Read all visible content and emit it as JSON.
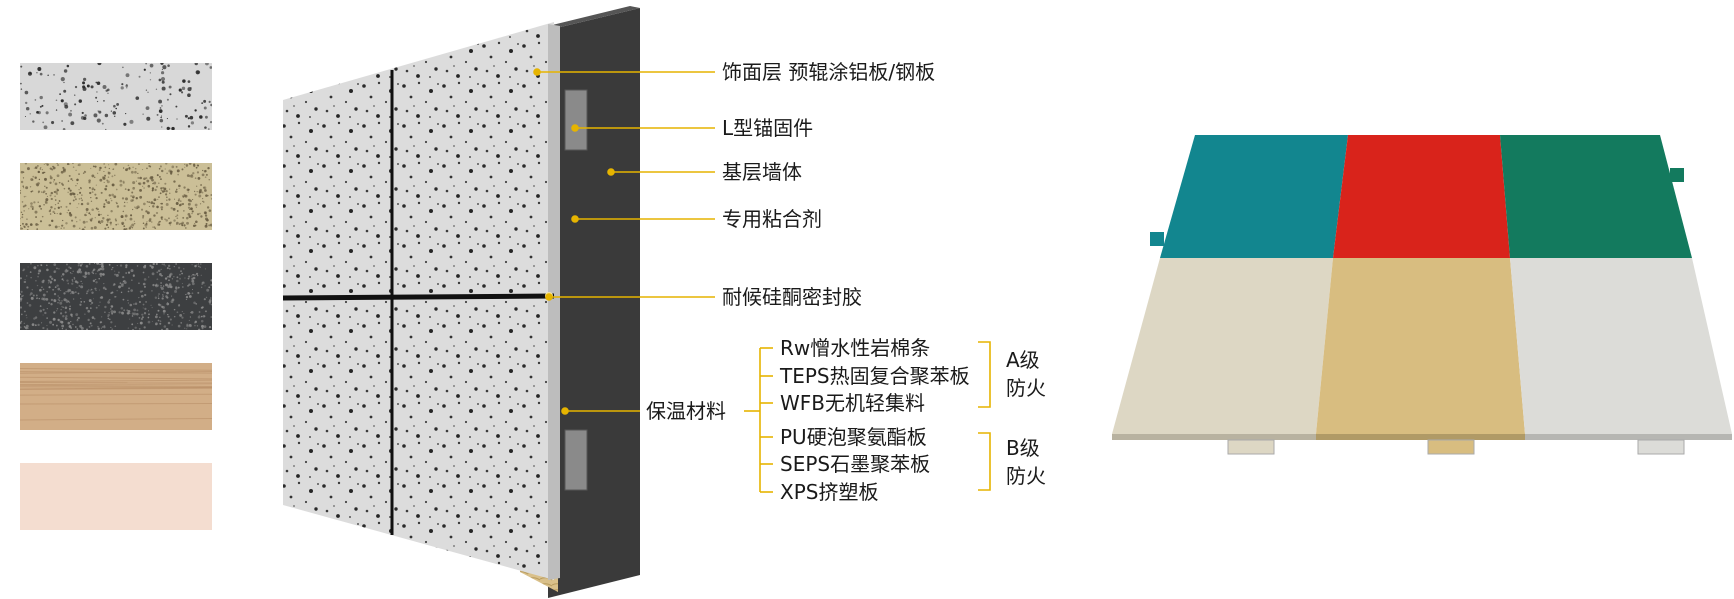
{
  "swatches": [
    {
      "name": "speckled-white",
      "colors": {
        "base": "#d8d8d8",
        "dot": "#2a2a2a"
      }
    },
    {
      "name": "granite-beige",
      "colors": {
        "base": "#cbbf97",
        "dot": "#6b5f44"
      }
    },
    {
      "name": "dark-granite",
      "colors": {
        "base": "#3d3f41",
        "dot": "#8a8a8a"
      }
    },
    {
      "name": "wood-grain",
      "colors": {
        "base": "#d2ae87",
        "dot": "#b98f68"
      }
    },
    {
      "name": "light-pink",
      "colors": {
        "base": "#f4ddd0",
        "dot": "#f4ddd0"
      }
    }
  ],
  "wall_labels": {
    "facing": "饰面层 预辊涂铝板/钢板",
    "anchor": "L型锚固件",
    "base_wall": "基层墙体",
    "adhesive": "专用粘合剂",
    "sealant": "耐候硅酮密封胶",
    "insulation": "保温材料"
  },
  "insulation_materials": [
    "Rw憎水性岩棉条",
    "TEPS热固复合聚苯板",
    "WFB无机轻集料",
    "PU硬泡聚氨酯板",
    "SEPS石墨聚苯板",
    "XPS挤塑板"
  ],
  "fire_ratings": {
    "a_line1": "A级",
    "a_line2": "防火",
    "b_line1": "B级",
    "b_line2": "防火"
  },
  "colors": {
    "leader_line": "#e6b400",
    "bracket": "#e6b400",
    "panel_teal": "#12868f",
    "panel_red": "#d9231b",
    "panel_green": "#137a5e",
    "panel_cream": "#ddd7c4",
    "panel_sand": "#d8bd80",
    "panel_grey": "#dcdcd8",
    "wall_dark": "#3a3a3a",
    "insulation": "#d9c08a"
  }
}
